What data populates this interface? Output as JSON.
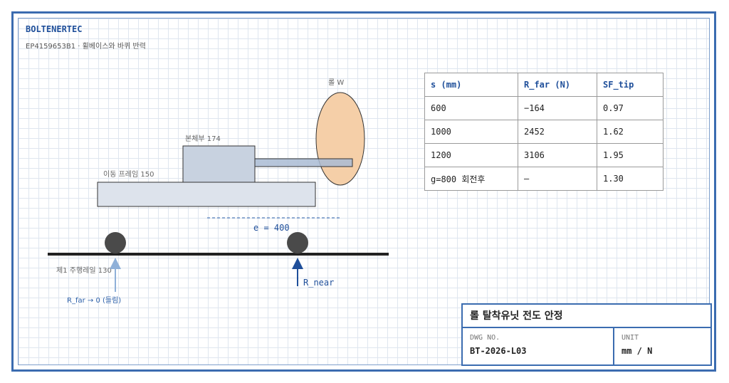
{
  "header": {
    "brand": "BOLTENERTEC",
    "subtitle": "EP4159653B1 · 휠베이스와 바퀴 반력"
  },
  "diagram": {
    "roll_label": "롤 W",
    "body_label": "본체부 174",
    "frame_label": "이동 프레임 150",
    "rail_label": "제1 주행레일 130",
    "wheelbase_label": "e = 400",
    "near_reaction_label": "R_near",
    "far_reaction_label": "R_far → 0 (들림)",
    "colors": {
      "frame_fill": "#dde3ec",
      "body_fill": "#c8d2e0",
      "roll_fill": "#f5cfa8",
      "wheel_fill": "#4a4a4a",
      "rail": "#222222",
      "accent": "#1f4f9a",
      "far_arrow": "#8fb0d8"
    }
  },
  "table": {
    "headers": [
      "s (mm)",
      "R_far (N)",
      "SF_tip"
    ],
    "rows": [
      [
        "600",
        "−164",
        "0.97"
      ],
      [
        "1000",
        "2452",
        "1.62"
      ],
      [
        "1200",
        "3106",
        "1.95"
      ],
      [
        "g=800 회전후",
        "—",
        "1.30"
      ]
    ]
  },
  "title_block": {
    "title": "롤 탈착유닛 전도 안정",
    "dwg_label": "DWG NO.",
    "dwg_value": "BT-2026-L03",
    "unit_label": "UNIT",
    "unit_value": "mm / N"
  }
}
